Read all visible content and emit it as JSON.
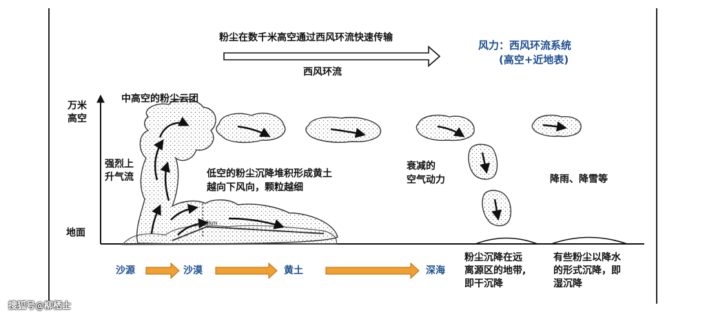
{
  "header": {
    "top_caption": "粉尘在数千米高空通过西风环流快速传输",
    "arrow_label": "西风环流",
    "force_title": "风力：西风环流系统",
    "force_subtitle": "(高空+近地表)"
  },
  "axis": {
    "top_label": "万米\n高空",
    "bottom_label": "地面"
  },
  "labels": {
    "cloud_cluster": "中高空的粉尘云团",
    "updraft": "强烈上\n升气流",
    "low_deposit": "低空的粉尘沉降堆积形成黄土\n越向下风向，颗粒越细",
    "height_mark": "3km",
    "weakened": "衰减的\n空气动力",
    "precip": "降雨、降雪等",
    "dry_deposit": "粉尘沉降在远\n离源区的地带,\n即干沉降",
    "wet_deposit": "有些粉尘以降水\n的形式沉降，即\n湿沉降"
  },
  "stages": [
    "沙源",
    "沙漠",
    "黄土",
    "深海"
  ],
  "watermark": "搜狐号@柳栖士",
  "colors": {
    "stage_text": "#1d4f91",
    "stage_arrow": "#f0a030",
    "stage_arrow_stroke": "#b56a10"
  }
}
